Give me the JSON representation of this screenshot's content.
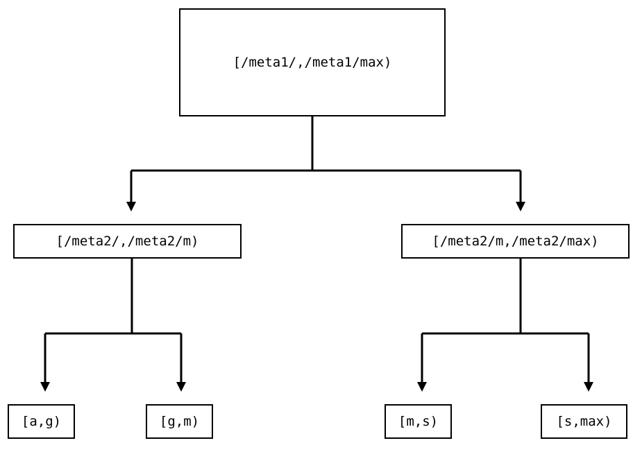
{
  "diagram": {
    "type": "tree",
    "title": "",
    "background_color": "#ffffff",
    "line_color": "#000000",
    "text_color": "#000000",
    "nodes": {
      "root": {
        "label": "[/meta1/,/meta1/max)"
      },
      "mid_left": {
        "label": "[/meta2/,/meta2/m)"
      },
      "mid_right": {
        "label": "[/meta2/m,/meta2/max)"
      },
      "leaf_ag": {
        "label": "[a,g)"
      },
      "leaf_gm": {
        "label": "[g,m)"
      },
      "leaf_ms": {
        "label": "[m,s)"
      },
      "leaf_smax": {
        "label": "[s,max)"
      }
    },
    "edges": [
      {
        "from": "root",
        "to": "mid_left",
        "arrow": "down"
      },
      {
        "from": "root",
        "to": "mid_right",
        "arrow": "down"
      },
      {
        "from": "mid_left",
        "to": "leaf_ag",
        "arrow": "down"
      },
      {
        "from": "mid_left",
        "to": "leaf_gm",
        "arrow": "down"
      },
      {
        "from": "mid_right",
        "to": "leaf_ms",
        "arrow": "down"
      },
      {
        "from": "mid_right",
        "to": "leaf_smax",
        "arrow": "down"
      }
    ]
  }
}
